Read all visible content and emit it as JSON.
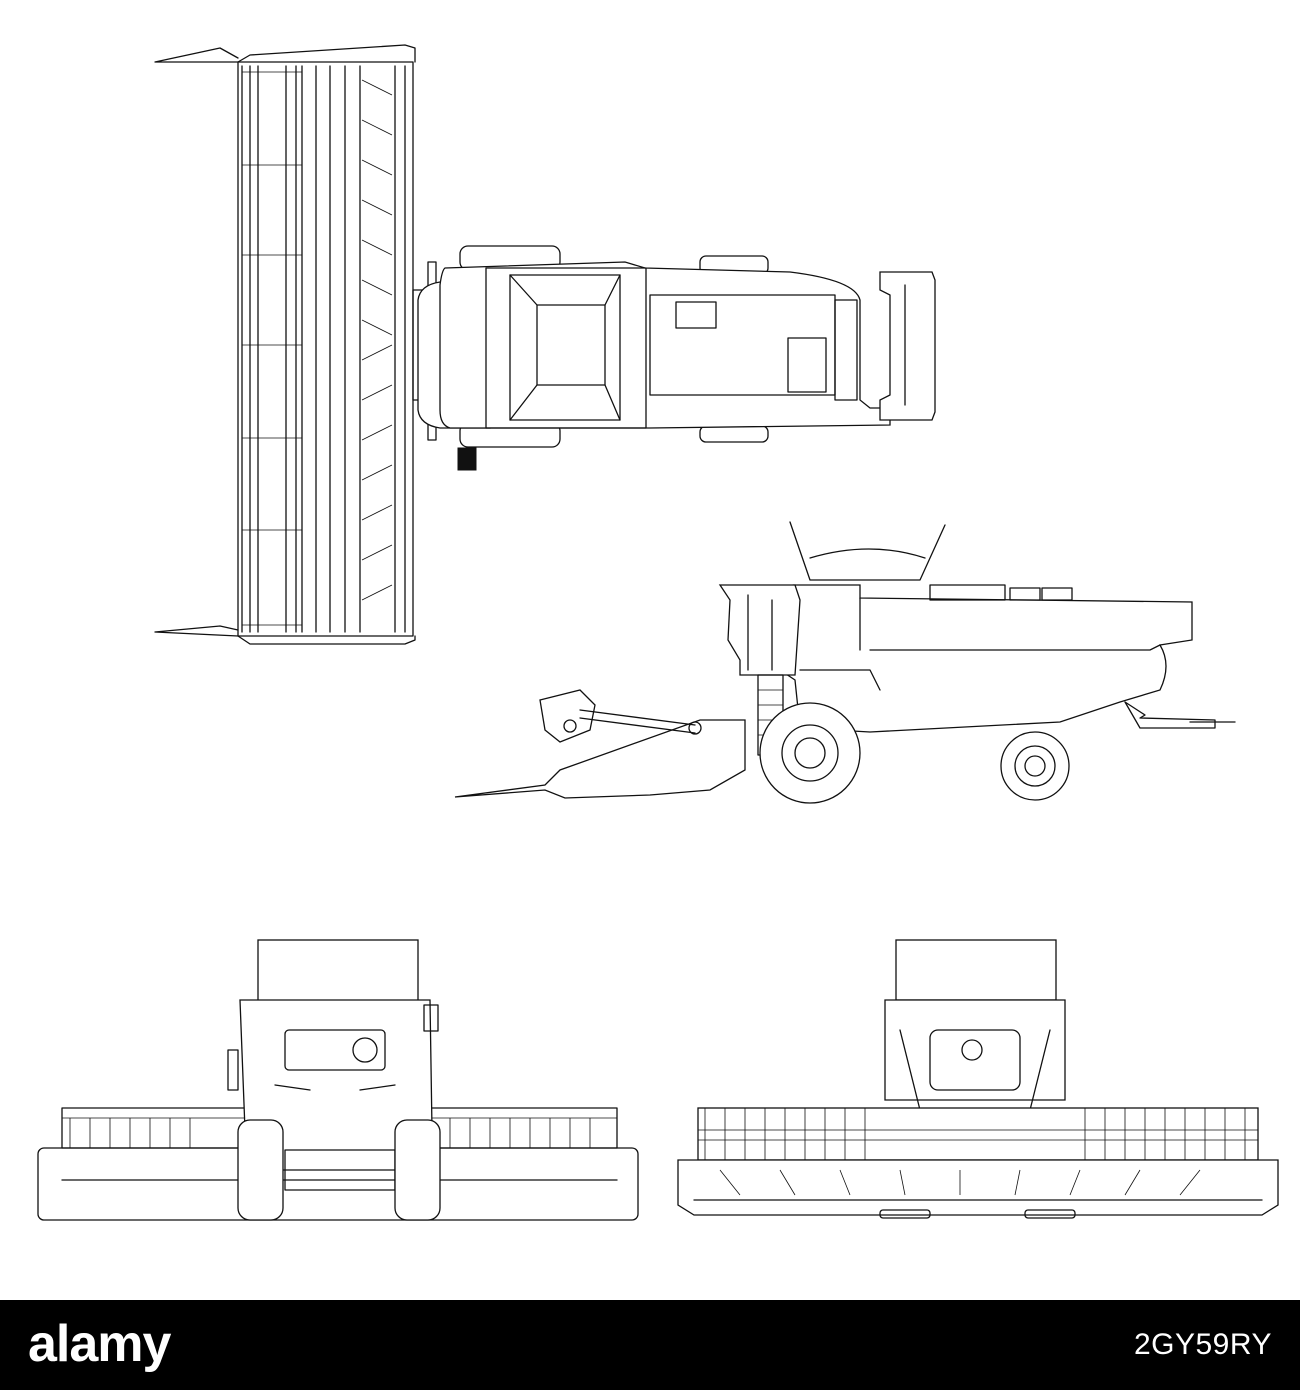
{
  "footer": {
    "brand": "alamy",
    "image_code": "2GY59RY",
    "background_color": "#000000",
    "text_color": "#ffffff"
  },
  "illustration": {
    "views": [
      "top-view",
      "side-view",
      "front-view",
      "rear-view"
    ],
    "line_color": "#111111",
    "background_color": "#ffffff"
  }
}
